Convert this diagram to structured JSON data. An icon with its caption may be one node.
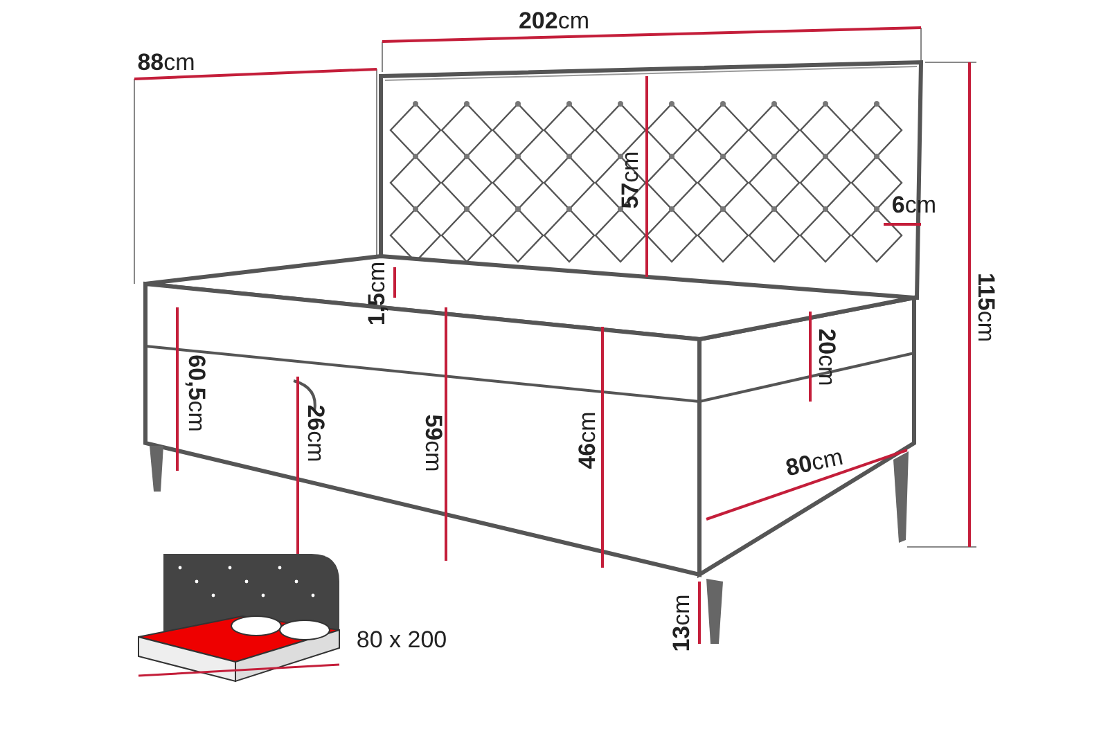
{
  "diagram": {
    "labels": [
      "**88**cm",
      "**202**cm",
      "**57**cm",
      "**6**cm",
      "**115**cm",
      "**1,5**cm",
      "**20**cm",
      "**60,5**cm",
      "**26**cm",
      "**59**cm",
      "**46**cm",
      "**80**cm",
      "**13**cm",
      "80 x 200"
    ]
  }
}
